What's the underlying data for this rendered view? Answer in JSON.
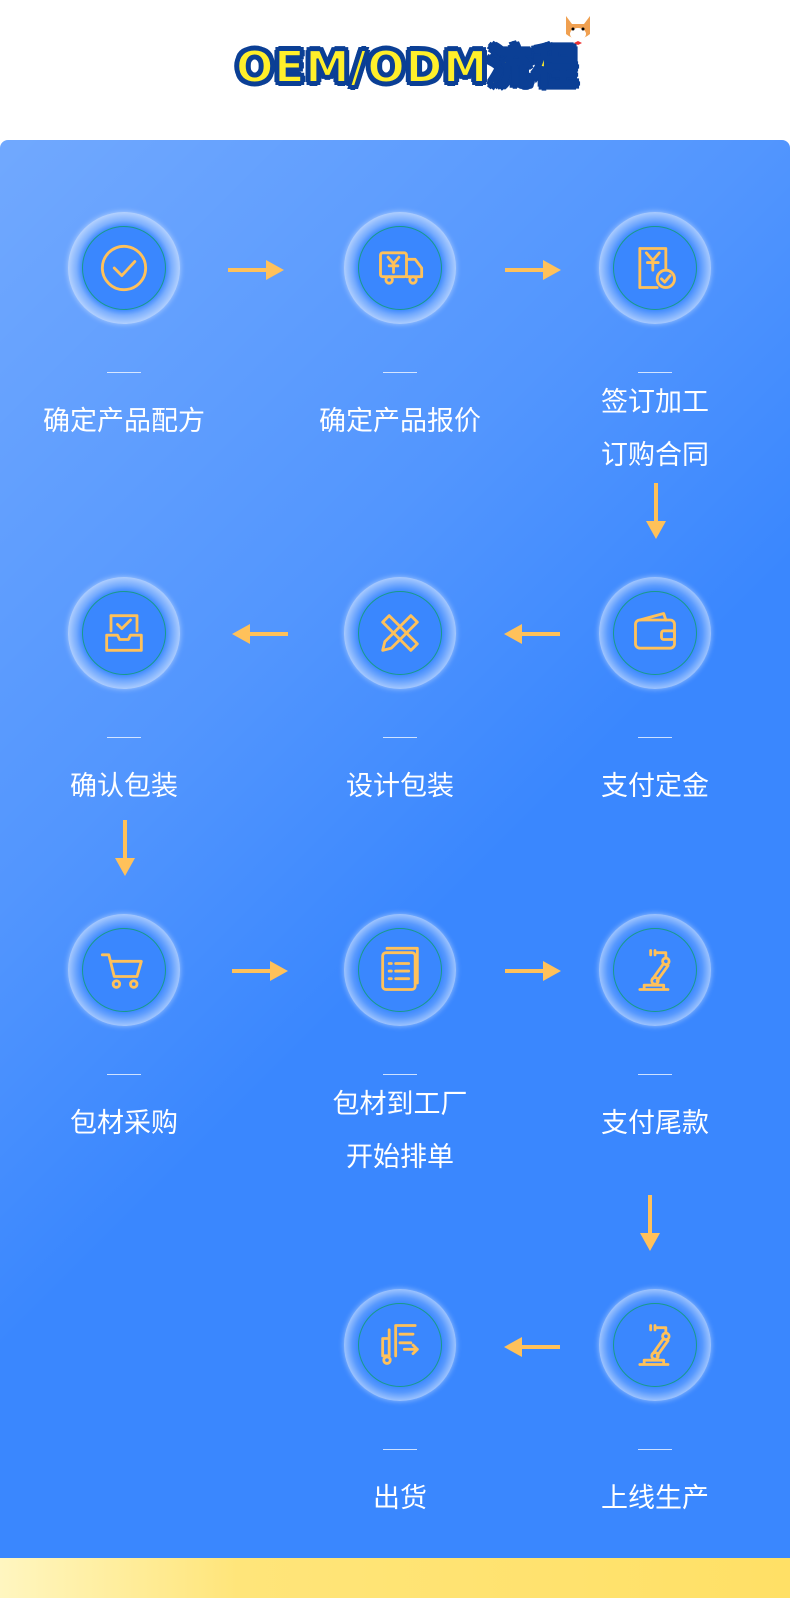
{
  "title": "OEM/ODM流程",
  "colors": {
    "panel": "#3a87fe",
    "accent": "#ffc15a",
    "title_fill": "#ffef2a",
    "title_stroke": "#0b3f95"
  },
  "steps": [
    {
      "label": "确定产品配方",
      "icon": "check-circle-icon"
    },
    {
      "label": "确定产品报价",
      "icon": "delivery-truck-yen-icon"
    },
    {
      "label": "签订加工",
      "label2": "订购合同",
      "icon": "contract-yen-check-icon"
    },
    {
      "label": "支付定金",
      "icon": "wallet-icon"
    },
    {
      "label": "设计包装",
      "icon": "pencil-ruler-icon"
    },
    {
      "label": "确认包装",
      "icon": "inbox-check-icon"
    },
    {
      "label": "包材采购",
      "icon": "shopping-cart-icon"
    },
    {
      "label": "包材到工厂",
      "label2": "开始排单",
      "icon": "list-document-icon"
    },
    {
      "label": "支付尾款",
      "icon": "robot-arm-icon"
    },
    {
      "label": "上线生产",
      "icon": "robot-arm-icon"
    },
    {
      "label": "出货",
      "icon": "shipping-icon"
    }
  ]
}
